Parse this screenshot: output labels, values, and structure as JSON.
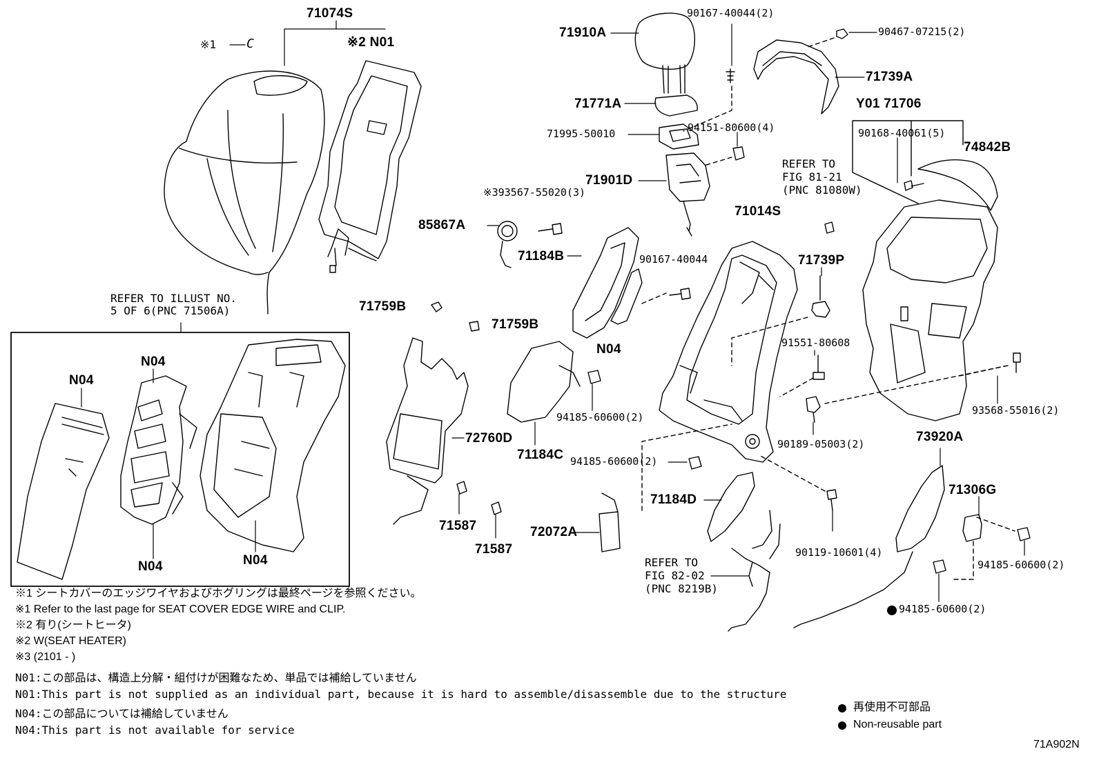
{
  "parts": {
    "p71074S": "71074S",
    "mark1": "※1",
    "c_mark": "C",
    "mark2_n01": "※2 N01",
    "p71910A": "71910A",
    "p90167_40044_2": "90167-40044(2)",
    "p90467_07215_2": "90467-07215(2)",
    "p71739A": "71739A",
    "p71771A": "71771A",
    "y01_71706": "Y01 71706",
    "p71995_50010": "71995-50010",
    "p94151_80600_4": "94151-80600(4)",
    "p90168_40061_5": "90168-40061(5)",
    "p74842B": "74842B",
    "p71901D": "71901D",
    "p393567": "※393567-55020(3)",
    "p85867A": "85867A",
    "p71014S": "71014S",
    "p71184B": "71184B",
    "p90167_40044": "90167-40044",
    "p71739P": "71739P",
    "p71759B_a": "71759B",
    "p71759B_b": "71759B",
    "p91551_80608": "91551-80608",
    "p93568_55016_2": "93568-55016(2)",
    "n04_center": "N04",
    "p94185_60600_2_a": "94185-60600(2)",
    "p90189_05003_2": "90189-05003(2)",
    "p72760D": "72760D",
    "p71184C": "71184C",
    "p94185_60600_2_b": "94185-60600(2)",
    "p73920A": "73920A",
    "p71306G": "71306G",
    "p71184D": "71184D",
    "p72072A": "72072A",
    "p71587_a": "71587",
    "p71587_b": "71587",
    "p90119_10601_4": "90119-10601(4)",
    "p94185_60600_2_c": "94185-60600(2)",
    "p94185_60600_2_d": "94185-60600(2)",
    "inset_n04_left": "N04",
    "inset_n04_mid": "N04",
    "inset_n04_bot": "N04",
    "inset_n04_right": "N04"
  },
  "refs": {
    "illust_1": "REFER TO ILLUST NO.",
    "illust_2": "5 OF 6(PNC 71506A)",
    "fig81_1": "REFER TO",
    "fig81_2": "FIG 81-21",
    "fig81_3": "(PNC 81080W)",
    "fig82_1": "REFER TO",
    "fig82_2": "FIG 82-02",
    "fig82_3": "(PNC 8219B)"
  },
  "notes": {
    "n1_jp": "※1 シートカバーのエッジワイヤおよびホグリングは最終ページを参照ください。",
    "n1_en": "※1 Refer to the last page for SEAT COVER EDGE WIRE and CLIP.",
    "n2_jp": "※2 有り(シートヒータ)",
    "n2_en": "※2 W(SEAT HEATER)",
    "n3": "※3 (2101 -     )",
    "n01_jp": "N01:この部品は、構造上分解・組付けが困難なため、単品では補給していません",
    "n01_en": "N01:This part is not supplied as an individual part, because it is hard to assemble/disassemble due to the structure",
    "n04_jp": "N04:この部品については補給していません",
    "n04_en": "N04:This part is not available for service"
  },
  "legend": {
    "jp": "再使用不可部品",
    "en": "Non-reusable part"
  },
  "figure_id": "71A902N"
}
